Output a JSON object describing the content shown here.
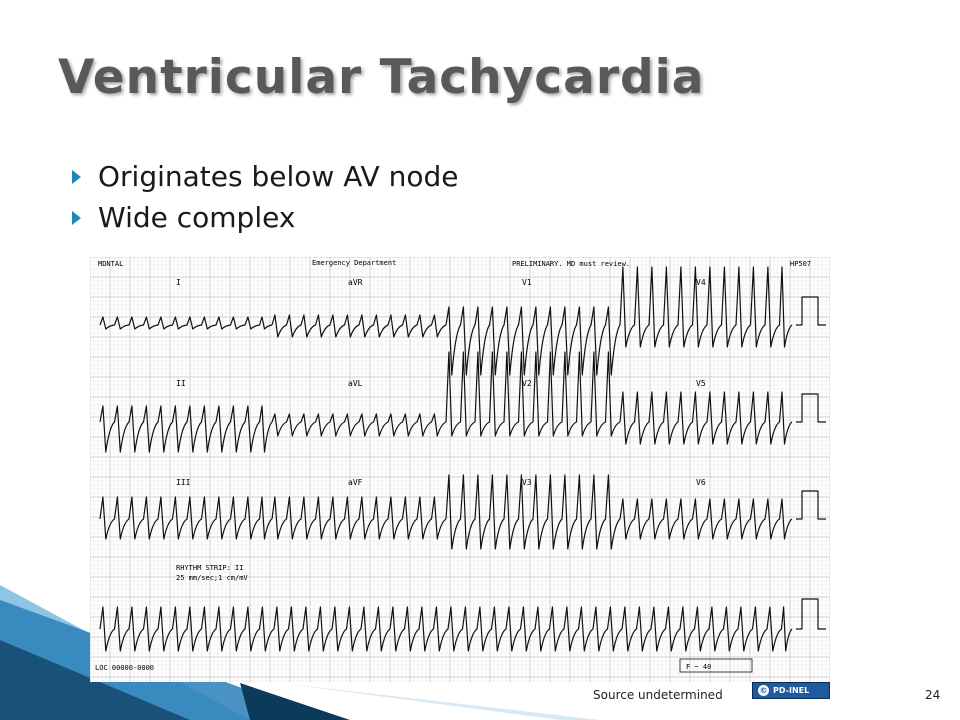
{
  "slide": {
    "title": "Ventricular Tachycardia",
    "bullets": [
      "Originates below AV node",
      "Wide complex"
    ],
    "source_note": "Source undetermined",
    "license_badge": "PD-INEL",
    "page_number": "24"
  },
  "ecg": {
    "header_left": "MDNTAL",
    "header_center": "Emergency Department",
    "header_right": "PRELIMINARY.   MD must review.",
    "device_id": "HP507",
    "lead_labels": [
      "I",
      "aVR",
      "V1",
      "V4",
      "II",
      "aVL",
      "V2",
      "V5",
      "III",
      "aVF",
      "V3",
      "V6"
    ],
    "rhythm_strip_label": "RHYTHM STRIP: II",
    "speed_label": "25 mm/sec;1 cm/mV",
    "footer_left": "LOC 00000-0000",
    "footer_right": "F ~     40"
  },
  "colors": {
    "bullet_arrow": "#1f88b8",
    "title": "#595959",
    "deco_dark": "#0b3a5a",
    "deco_mid": "#2a7fb8",
    "deco_light": "#8cc6e4",
    "badge": "#1e5a9e"
  }
}
